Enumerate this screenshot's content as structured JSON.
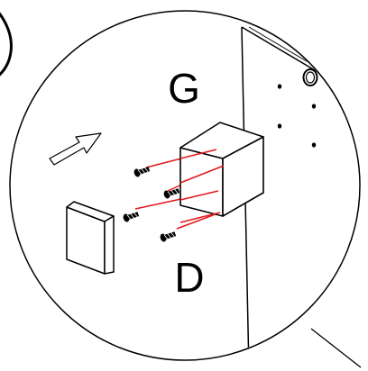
{
  "labels": {
    "top": "G",
    "bottom": "D"
  },
  "colors": {
    "line": "#000000",
    "guide": "#e0181c",
    "fill": "#ffffff"
  },
  "icons": {
    "direction": "arrow-icon",
    "screw": "screw-icon",
    "block": "cube-block",
    "cover": "cover-plate",
    "panel": "side-panel"
  }
}
